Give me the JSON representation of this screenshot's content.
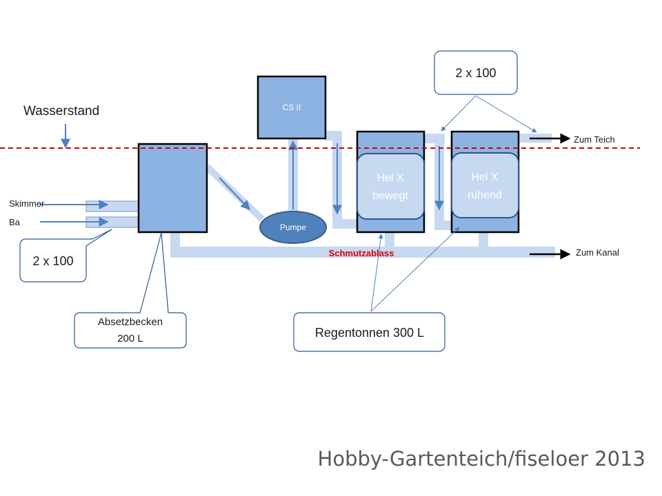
{
  "labels": {
    "wasserstand": "Wasserstand",
    "skimmer": "Skimmer",
    "ba": "Ba",
    "callout_left": "2 x 100",
    "absetzbecken_line1": "Absetzbecken",
    "absetzbecken_line2": "200 L",
    "cs": "CS II",
    "pumpe": "Pumpe",
    "helx1_line1": "Hel X",
    "helx1_line2": "bewegt",
    "helx2_line1": "Hel X",
    "helx2_line2": "ruhend",
    "callout_top": "2 x 100",
    "zum_teich": "Zum Teich",
    "zum_kanal": "Zum Kanal",
    "schmutzablass": "Schmutzablass",
    "regentonnen": "Regentonnen 300 L",
    "footer": "Hobby-Gartenteich/fiseloer 2013"
  },
  "colors": {
    "tank_fill": "#8db3e2",
    "tank_stroke": "#000000",
    "pipe": "#c6d9f1",
    "pipe_stroke": "#95b3d7",
    "arrow": "#4f81bd",
    "pump_fill": "#4f81bd",
    "media_fill": "#c6d9f1",
    "media_stroke": "#2f5597",
    "water_line": "#d00000",
    "schmutz_text": "#e00000",
    "callout_stroke": "#2f5597",
    "footer_text": "#595959"
  }
}
